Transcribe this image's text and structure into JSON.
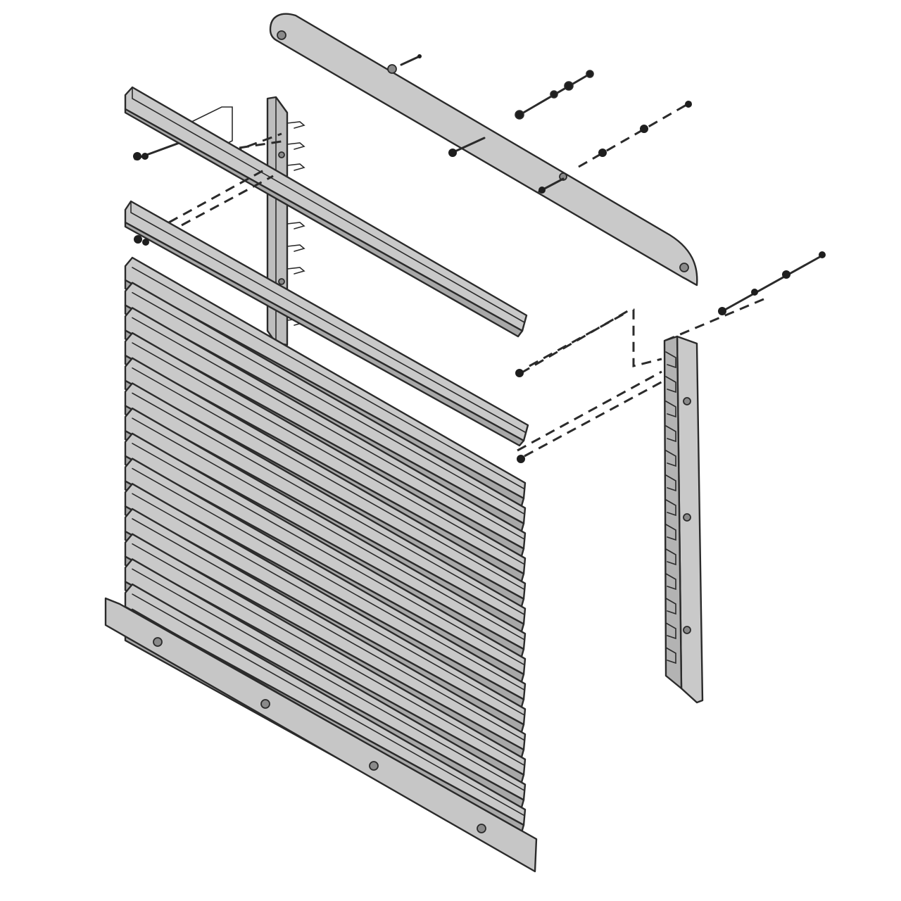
{
  "diagram": {
    "kind": "exploded-assembly",
    "colors": {
      "background": "#ffffff",
      "part_fill": "#c9c9c9",
      "part_shade": "#a8a8a8",
      "outline": "#2b2b2b",
      "hardware": "#1e1e1e"
    },
    "parts": [
      {
        "name": "top-cap-panel"
      },
      {
        "name": "top-rail"
      },
      {
        "name": "second-rail"
      },
      {
        "name": "louver-blade-stack",
        "blade_count": 15
      },
      {
        "name": "bottom-sill-plate"
      },
      {
        "name": "left-jamb-bracket"
      },
      {
        "name": "right-jamb-bracket"
      }
    ],
    "hardware_icons": [
      "bolt-icon",
      "washer-icon",
      "nut-icon",
      "screw-icon"
    ]
  }
}
